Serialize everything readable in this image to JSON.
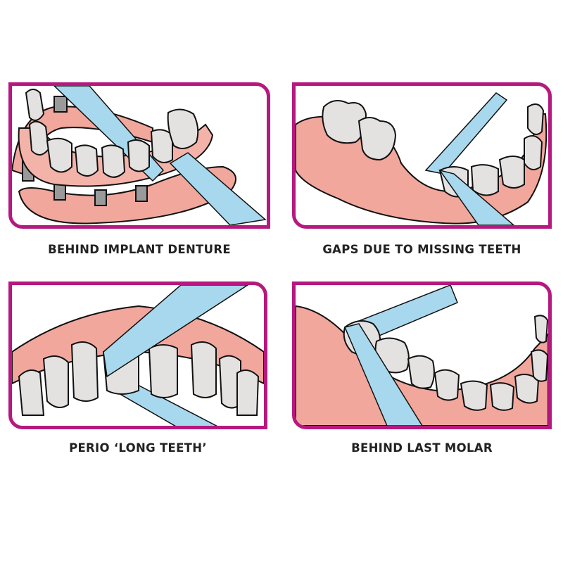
{
  "colors": {
    "frame": "#B5197F",
    "gum": "#F2A79C",
    "gum_dark": "#E8877C",
    "tooth": "#E4E2E1",
    "tooth_shadow": "#A9A7A7",
    "floss": "#A8D8EE",
    "floss_dark": "#7FC1E0",
    "implant_post": "#9A9A9A",
    "caption_text": "#222222"
  },
  "panels": [
    {
      "id": "behind-implant-denture",
      "caption": "BEHIND IMPLANT DENTURE",
      "illustration": "lower implant-supported denture with floss threaded behind it"
    },
    {
      "id": "gaps-missing-teeth",
      "caption": "GAPS DUE TO MISSING TEETH",
      "illustration": "lower arch with gap between molars and premolars, floss in gap"
    },
    {
      "id": "perio-long-teeth",
      "caption": "PERIO ‘LONG TEETH’",
      "illustration": "upper front teeth with receded gums, floss between incisors"
    },
    {
      "id": "behind-last-molar",
      "caption": "BEHIND LAST MOLAR",
      "illustration": "lower arch with floss wrapped behind last molar"
    }
  ]
}
